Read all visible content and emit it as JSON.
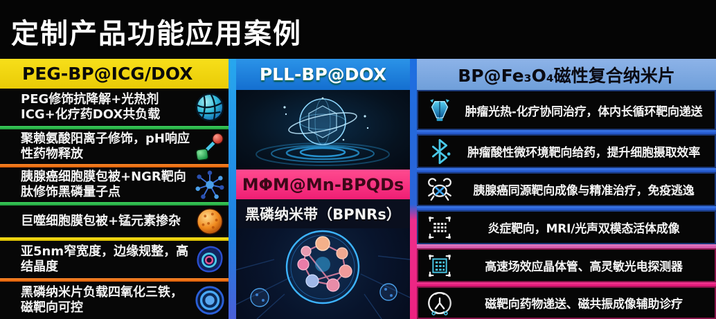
{
  "title": "定制产品功能应用案例",
  "left_panel": {
    "header": "PEG-BP@ICG/DOX",
    "header_bg": "#f2d50c",
    "items": [
      {
        "text": "PEG修饰抗降解+光热剂ICG+化疗药DOX共负载",
        "icon": "segmented-nanosphere-icon"
      },
      {
        "text": "聚赖氨酸阳离子修饰，pH响应性药物释放",
        "icon": "ph-molecule-icon"
      },
      {
        "text": "胰腺癌细胞膜包被+NGR靶向肽修饰黑磷量子点",
        "icon": "quantum-dot-network-icon"
      },
      {
        "text": "巨噬细胞膜包被+锰元素掺杂",
        "icon": "manganese-sphere-icon"
      },
      {
        "text": "亚5nm窄宽度，边缘规整，高结晶度",
        "icon": "nanoribbon-vortex-icon"
      },
      {
        "text": "黑磷纳米片负载四氧化三铁，磁靶向可控",
        "icon": "iron-oxide-disc-icon"
      }
    ],
    "divider_colors": [
      "#2db44a",
      "#ee6f12",
      "#2db44a",
      "#f2d50c",
      "#ee6f12"
    ]
  },
  "middle_panel": {
    "top_header": "PLL-BP@DOX",
    "top_header_bg": "#1a7ad4",
    "bottom_header": "MΦM@Mn-BPQDs",
    "bottom_header_bg": "#f62e7c",
    "caption": "黑磷纳米带（BPNRs）",
    "images": [
      "hologram-sphere-image",
      "molecule-ring-image"
    ]
  },
  "right_panel": {
    "header": "BP@Fe₃O₄磁性复合纳米片",
    "header_bg": "#7aa7df",
    "items": [
      {
        "text": "肿瘤光热-化疗协同治疗，体内长循环靶向递送",
        "icon": "tumor-therapy-icon"
      },
      {
        "text": "肿瘤酸性微环境靶向给药，提升细胞摄取效率",
        "icon": "drug-delivery-network-icon"
      },
      {
        "text": "胰腺癌同源靶向成像与精准治疗，免疫逃逸",
        "icon": "cancer-crab-icon"
      },
      {
        "text": "炎症靶向，MRI/光声双模态活体成像",
        "icon": "mri-grid-icon"
      },
      {
        "text": "高速场效应晶体管、高灵敏光电探测器",
        "icon": "transistor-chip-icon"
      },
      {
        "text": "磁靶向药物递送、磁共振成像辅助诊疗",
        "icon": "magnet-circle-icon"
      }
    ],
    "divider_colors": [
      "#2b63d8",
      "#2b63d8",
      "#2b63d8",
      "#d668b8",
      "#ed2180"
    ]
  },
  "colors": {
    "background": "#050505",
    "title_text": "#ffffff",
    "green_divider": "#2db44a",
    "orange_divider": "#ee6f12",
    "yellow_divider": "#f2d50c",
    "blue_divider": "#2b63d8",
    "pink_divider": "#ed2180",
    "column_bar_blue": "#1e8fe0",
    "column_bar_pink": "#ed2e8c"
  }
}
